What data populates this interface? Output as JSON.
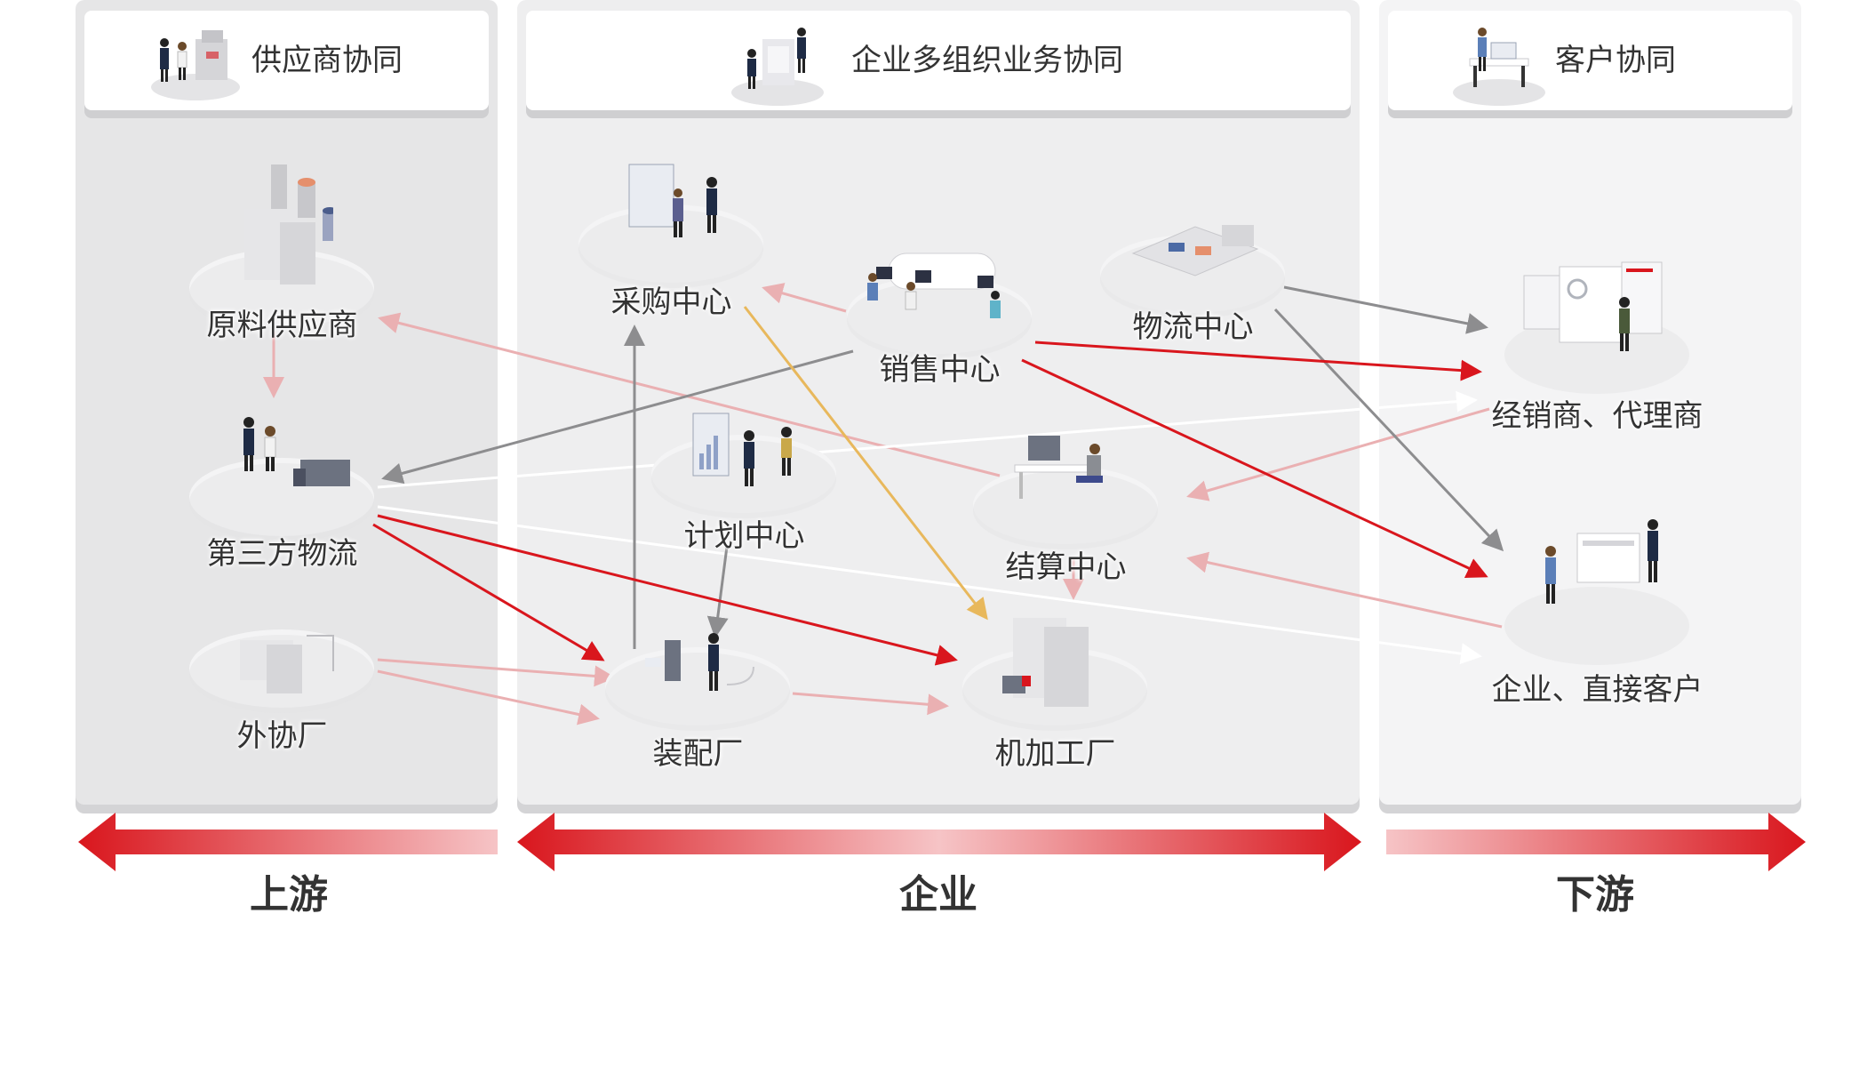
{
  "colors": {
    "accent_red": "#d9161d",
    "light_red": "#eab0b2",
    "gray_arrow": "#8d8d8f",
    "white_arrow": "#ffffff",
    "yellow_arrow": "#e8b85c"
  },
  "columns": {
    "upstream": {
      "title": "供应商协同",
      "icon": "people-at-machine-icon"
    },
    "enterprise": {
      "title": "企业多组织业务协同",
      "icon": "people-at-tower-icon"
    },
    "downstream": {
      "title": "客户协同",
      "icon": "person-at-desk-icon"
    }
  },
  "nodes": {
    "raw_supplier": "原料供应商",
    "third_party_logistics": "第三方物流",
    "outsourcing_factory": "外协厂",
    "purchasing_center": "采购中心",
    "sales_center": "销售中心",
    "logistics_center": "物流中心",
    "planning_center": "计划中心",
    "settlement_center": "结算中心",
    "assembly_plant": "装配厂",
    "machining_plant": "机加工厂",
    "distributors": "经销商、代理商",
    "direct_customers": "企业、直接客户"
  },
  "bands": {
    "upstream": "上游",
    "enterprise": "企业",
    "downstream": "下游"
  }
}
